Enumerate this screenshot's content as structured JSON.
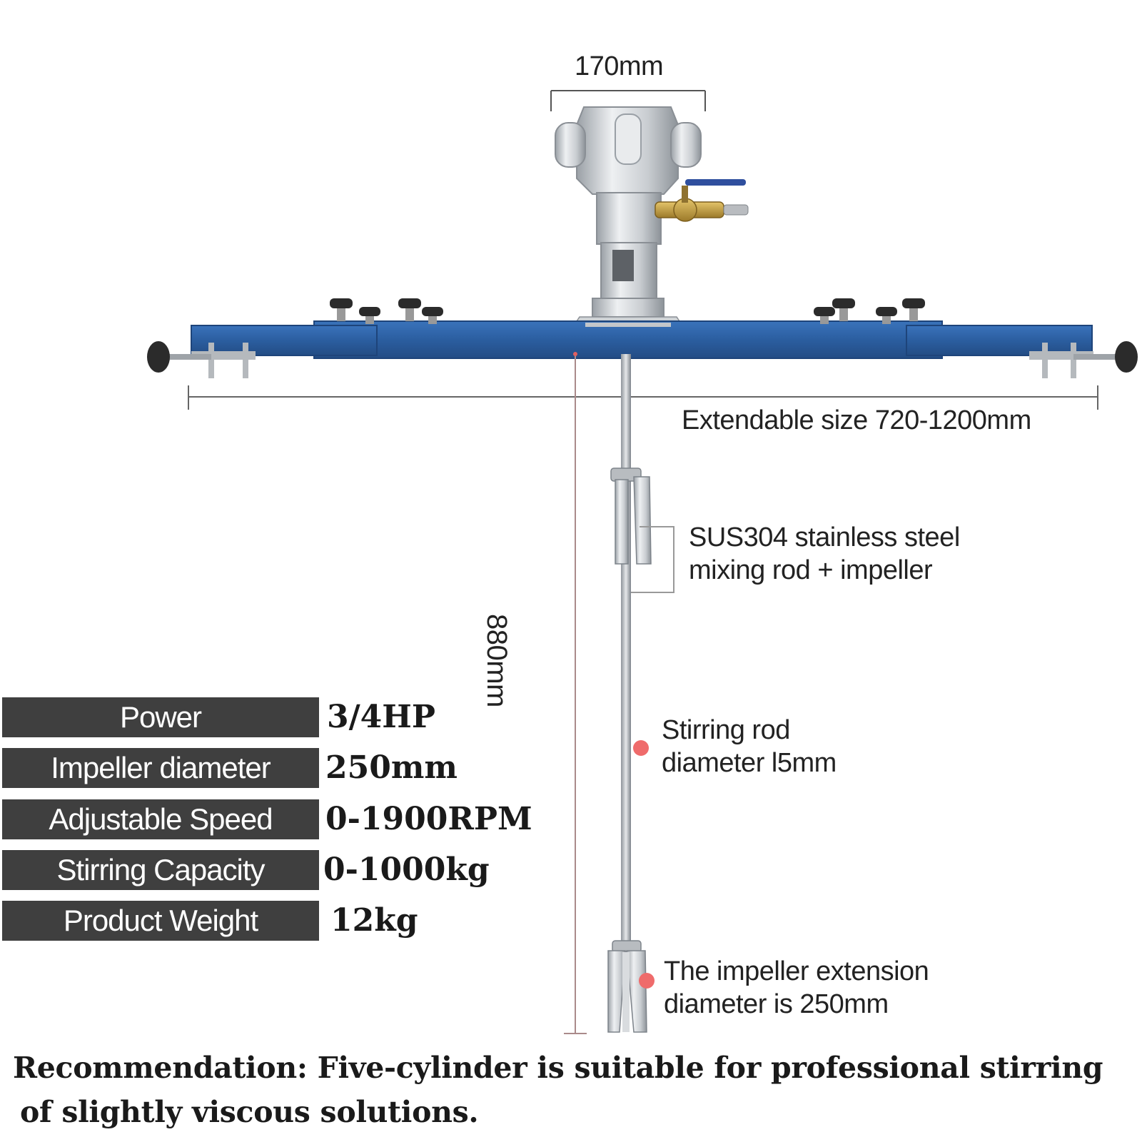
{
  "dimensions": {
    "motor_width": "170mm",
    "extendable_size": "Extendable size 720-1200mm",
    "rod_length": "880mm"
  },
  "callouts": {
    "rod_material": [
      "SUS304 stainless steel",
      "mixing rod + impeller"
    ],
    "rod_diameter": [
      "Stirring rod",
      "diameter l5mm"
    ],
    "impeller_extension": [
      "The impeller extension",
      "diameter is 250mm"
    ]
  },
  "specs": [
    {
      "label": "Power",
      "value": "3/4HP"
    },
    {
      "label": "Impeller diameter",
      "value": "250mm"
    },
    {
      "label": "Adjustable Speed",
      "value": "0-1900RPM"
    },
    {
      "label": "Stirring Capacity",
      "value": "0-1000kg"
    },
    {
      "label": "Product Weight",
      "value": "12kg"
    }
  ],
  "recommendation": {
    "line1": "Recommendation: Five-cylinder is suitable for professional stirring",
    "line2": "of slightly viscous solutions."
  },
  "colors": {
    "frame_blue": "#2e63a6",
    "spec_label_bg": "#3f3f3f",
    "marker_red": "#ef6b6b"
  }
}
